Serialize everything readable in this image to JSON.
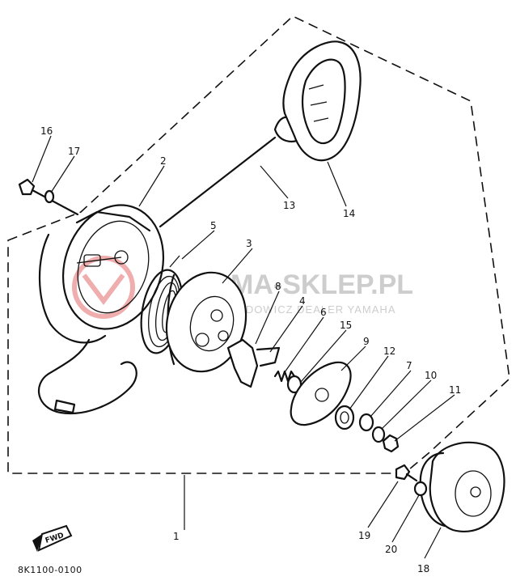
{
  "diagram": {
    "callouts": [
      "1",
      "2",
      "3",
      "4",
      "5",
      "6",
      "7",
      "8",
      "9",
      "10",
      "11",
      "12",
      "13",
      "14",
      "15",
      "16",
      "17",
      "18",
      "19",
      "20"
    ],
    "fwd_label": "FWD",
    "part_code": "8K1100-0100",
    "watermark": {
      "main": "MA-SKLEP.PL",
      "sub": "...DOWICZ DEALER YAMAHA",
      "color": "#bdbdbd",
      "logo_color": "#e46a6a"
    }
  }
}
